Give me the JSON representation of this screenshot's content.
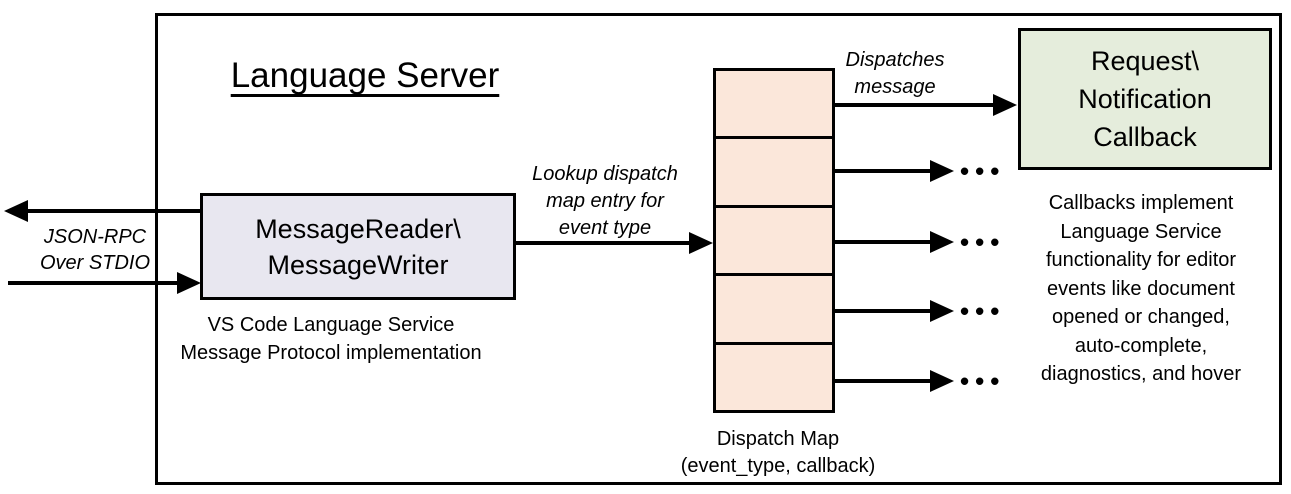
{
  "colors": {
    "background": "#FFFFFF",
    "line": "#000000",
    "message_box_fill": "#E8E7F0",
    "dispatch_map_fill": "#FBE7DA",
    "callback_box_fill": "#E5EDDC"
  },
  "title": "Language Server",
  "io_label": {
    "line1": "JSON-RPC",
    "line2": "Over STDIO"
  },
  "message_box": {
    "line1": "MessageReader\\",
    "line2": "MessageWriter"
  },
  "message_box_caption": {
    "line1": "VS Code Language Service",
    "line2": "Message Protocol implementation"
  },
  "lookup_label": {
    "line1": "Lookup dispatch",
    "line2": "map entry for",
    "line3": "event type"
  },
  "dispatch_label": {
    "line1": "Dispatches",
    "line2": "message"
  },
  "dispatch_map": {
    "cell_count": 5,
    "caption_line1": "Dispatch Map",
    "caption_line2": "(event_type, callback)"
  },
  "callback_box": {
    "line1": "Request\\",
    "line2": "Notification",
    "line3": "Callback"
  },
  "callback_note": {
    "lines": [
      "Callbacks implement",
      "Language Service",
      "functionality for editor",
      "events like document",
      "opened or changed,",
      "auto-complete,",
      "diagnostics, and hover"
    ]
  },
  "ellipsis": "•••"
}
